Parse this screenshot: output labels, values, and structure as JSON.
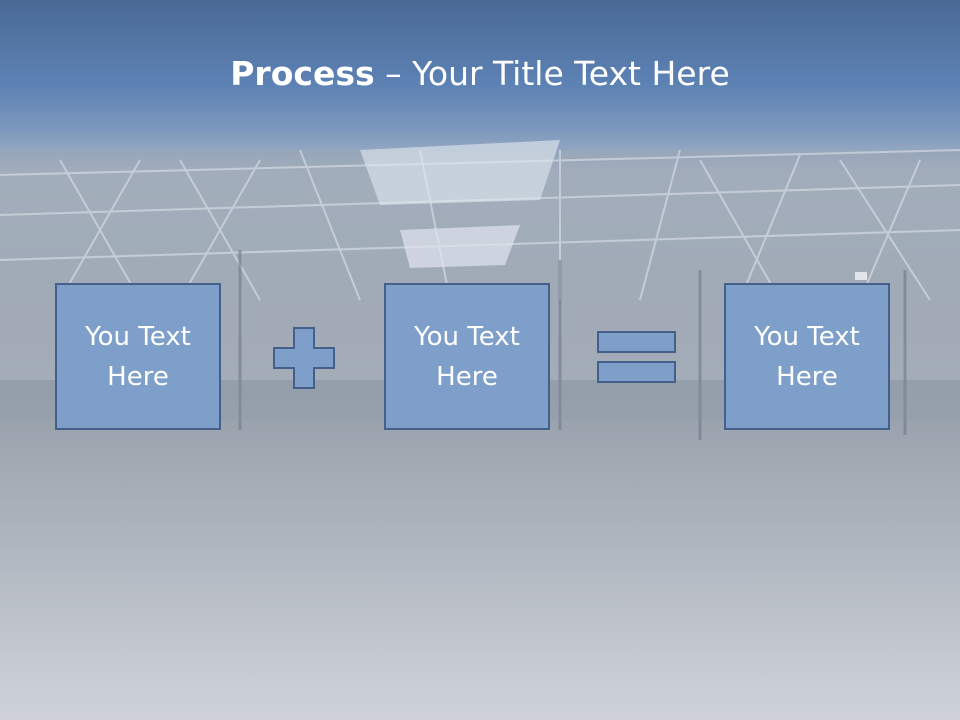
{
  "title": {
    "bold": "Process",
    "rest": "– Your Title Text Here"
  },
  "boxes": [
    {
      "text": "You Text\nHere"
    },
    {
      "text": "You Text\nHere"
    },
    {
      "text": "You Text\nHere"
    }
  ],
  "colors": {
    "box_fill": "#7d9fc9",
    "box_border": "#435f8a",
    "title_band": "#5a7fb0",
    "background": "#c9cdd3"
  },
  "icons": {
    "plus": "plus-sign",
    "equals": "equals-sign"
  }
}
